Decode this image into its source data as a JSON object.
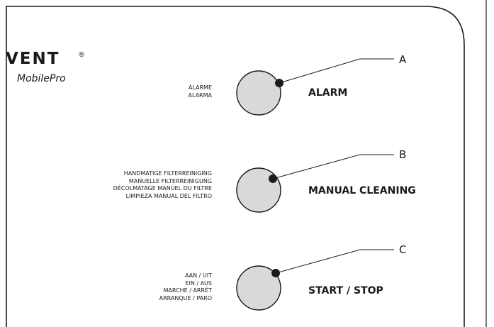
{
  "logo": {
    "brand": "VENT",
    "registered_mark": "®",
    "model": "MobilePro"
  },
  "controls": [
    {
      "id": "alarm",
      "callout": "A",
      "title": "ALARM",
      "translations": [
        "ALARME",
        "ALARMA"
      ],
      "button_color": "#d9d9d9"
    },
    {
      "id": "manual-cleaning",
      "callout": "B",
      "title": "MANUAL CLEANING",
      "translations": [
        "HANDMATIGE FILTERREINIGING",
        "MANUELLE FILTERREINIGUNG",
        "DÉCOLMATAGE MANUEL DU FILTRE",
        "LIMPIEZA MANUAL DEL FILTRO"
      ],
      "button_color": "#d9d9d9"
    },
    {
      "id": "start-stop",
      "callout": "C",
      "title": "START / STOP",
      "translations": [
        "AAN / UIT",
        "EIN / AUS",
        "MARCHE / ARRÊT",
        "ARRANQUE / PARO"
      ],
      "button_color": "#d9d9d9"
    }
  ]
}
